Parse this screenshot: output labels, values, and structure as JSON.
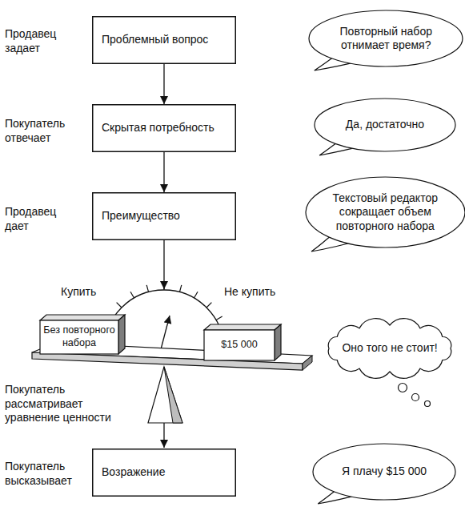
{
  "diagram": {
    "nodes": [
      {
        "text": [
          "Проблемный вопрос"
        ]
      },
      {
        "text": [
          "Повторный набор отнимает время?"
        ]
      },
      {
        "text": [
          "Скрытая потребность"
        ]
      },
      {
        "text": [
          "Да, достаточно"
        ]
      },
      {
        "text": [
          "Преимущество"
        ]
      },
      {
        "text": [
          "Текстовый редактор сокращает объем повторного набора"
        ]
      },
      {
        "text": [
          "Без повторного набора"
        ]
      },
      {
        "text": [
          "$15 000"
        ]
      },
      {
        "text": [
          "Оно того не стоит!"
        ]
      },
      {
        "text": [
          "Возражение"
        ]
      },
      {
        "text": [
          "Я плачу $15 000"
        ]
      }
    ],
    "edges": [
      {
        "from": 0,
        "to": 2,
        "arrow": "to"
      },
      {
        "from": 2,
        "to": 4,
        "arrow": "to"
      }
    ],
    "labels": [
      "Продавец задает",
      "Покупатель отвечает",
      "Продавец дает",
      "Купить",
      "Не купить",
      "Покупатель рассматривает уравнение ценности",
      "Покупатель высказывает"
    ]
  }
}
